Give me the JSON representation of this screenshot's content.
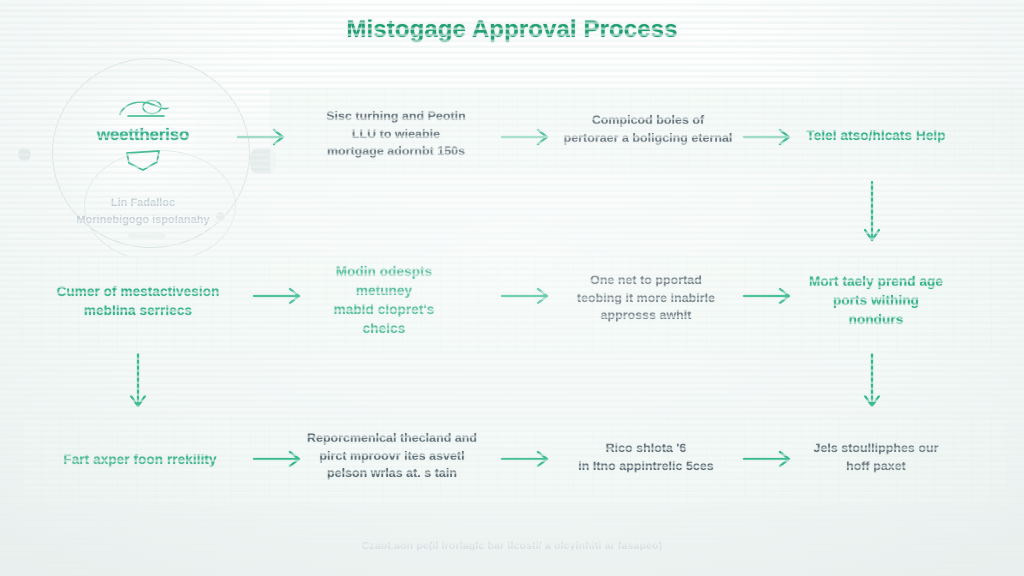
{
  "page": {
    "title": "Mistogage Approval Process",
    "title_ghost": "",
    "footer": "Czaot.aon pe(il irorlaglc bar ilcosti/ a olcyinhiti ar fasapeo)"
  },
  "colors": {
    "accent_green": "#32b185",
    "title_green": "#1f9e70",
    "body_dark": "#5b6b74",
    "muted": "#b9c6cb",
    "background": "#f6faf9",
    "panel": "#f3f9f7"
  },
  "brand": {
    "word": "weettheriso",
    "sub_line1": "Lin Fadalloc",
    "sub_line2": "Morinebigogo ispolanahy",
    "mark_top": "abstract-swoosh-icon",
    "mark_bottom": "abstract-shield-icon"
  },
  "flow": {
    "rows": [
      {
        "row_name": "row-1",
        "nodes": [
          {
            "id": "node-brand",
            "kind": "brand",
            "style": "brand",
            "lines": [
              "weettheriso"
            ]
          },
          {
            "id": "node-1-2",
            "kind": "step",
            "style": "dark",
            "lines": [
              "Sisc turhing and Peotln",
              "LLU to wieable",
              "mortgage adornbt 150s"
            ]
          },
          {
            "id": "node-1-3",
            "kind": "step",
            "style": "dark",
            "lines": [
              "Compicod boles of",
              "pertoraer a boligcing eternal"
            ]
          },
          {
            "id": "node-1-4",
            "kind": "step",
            "style": "green",
            "lines": [
              "Telel atso/hlcats Help"
            ]
          }
        ]
      },
      {
        "row_name": "row-2",
        "nodes": [
          {
            "id": "node-2-1",
            "kind": "step",
            "style": "green",
            "lines": [
              "Cumer of mestactivesion",
              "meblina serriecs"
            ]
          },
          {
            "id": "node-2-2",
            "kind": "step",
            "style": "green",
            "lines": [
              "Modin odespts",
              "metuney",
              "mabld clopret's",
              "cheics"
            ]
          },
          {
            "id": "node-2-3",
            "kind": "step",
            "style": "dark",
            "lines": [
              "One net to pportad",
              "teobing it more inabirle",
              "approsss awhlt"
            ]
          },
          {
            "id": "node-2-4",
            "kind": "step",
            "style": "green",
            "lines": [
              "Mort taely prend age",
              "ports withing",
              "nondurs"
            ]
          }
        ]
      },
      {
        "row_name": "row-3",
        "nodes": [
          {
            "id": "node-3-1",
            "kind": "step",
            "style": "green",
            "lines": [
              "Fart axper foon rrekility"
            ]
          },
          {
            "id": "node-3-2",
            "kind": "step",
            "style": "dark",
            "lines": [
              "Reporcmenlcal thecland and",
              "pirct mproovr ites asvetl",
              "pelson wrlas at. s tain"
            ]
          },
          {
            "id": "node-3-3",
            "kind": "step",
            "style": "dark",
            "lines": [
              "Rico shlota '6",
              "in Itno appintrelic 5ces"
            ]
          },
          {
            "id": "node-3-4",
            "kind": "step",
            "style": "dark",
            "lines": [
              "Jels stoullipphes our",
              "hoff paxet"
            ]
          }
        ]
      }
    ],
    "connectors": [
      {
        "id": "arrow-r1-1",
        "direction": "right",
        "icon": "arrow-right-icon"
      },
      {
        "id": "arrow-r1-2",
        "direction": "right",
        "icon": "arrow-right-icon"
      },
      {
        "id": "arrow-r1-3",
        "direction": "right",
        "icon": "arrow-right-icon"
      },
      {
        "id": "arrow-down-right-1",
        "direction": "down",
        "icon": "arrow-down-icon"
      },
      {
        "id": "arrow-r2-1",
        "direction": "right",
        "icon": "arrow-right-icon"
      },
      {
        "id": "arrow-r2-2",
        "direction": "right",
        "icon": "arrow-right-icon"
      },
      {
        "id": "arrow-r2-3",
        "direction": "right",
        "icon": "arrow-right-icon"
      },
      {
        "id": "arrow-down-left-1",
        "direction": "down",
        "icon": "arrow-down-icon"
      },
      {
        "id": "arrow-down-right-2",
        "direction": "down",
        "icon": "arrow-down-icon"
      },
      {
        "id": "arrow-r3-1",
        "direction": "right",
        "icon": "arrow-right-icon"
      },
      {
        "id": "arrow-r3-2",
        "direction": "right",
        "icon": "arrow-right-icon"
      },
      {
        "id": "arrow-r3-3",
        "direction": "right",
        "icon": "arrow-right-icon"
      }
    ]
  }
}
